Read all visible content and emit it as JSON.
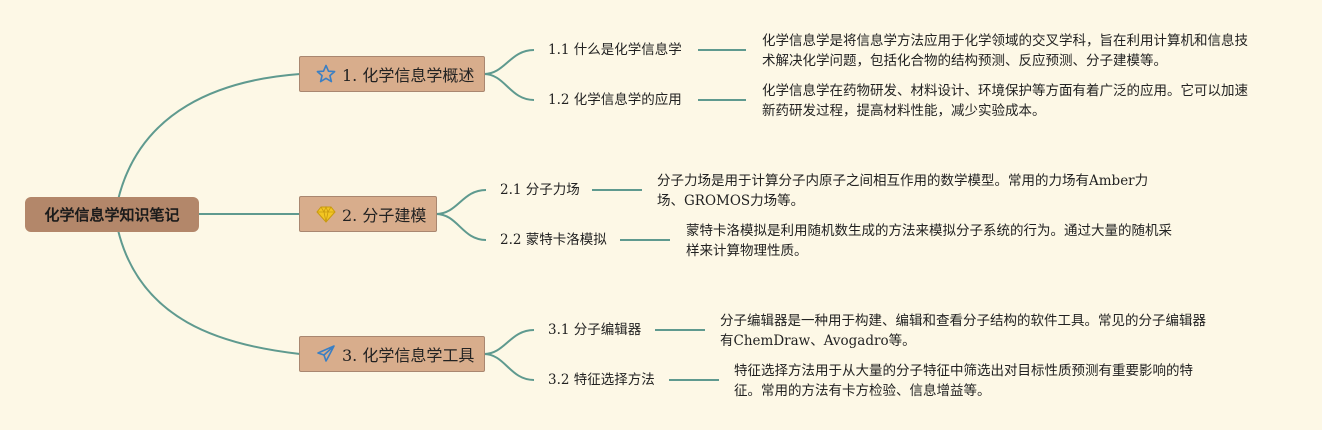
{
  "root": {
    "label": "化学信息学知识笔记"
  },
  "topics": [
    {
      "label": "1. 化学信息学概述",
      "icon": "star-icon",
      "subs": [
        {
          "label": "1.1 什么是化学信息学",
          "desc": "化学信息学是将信息学方法应用于化学领域的交叉学科，旨在利用计算机和信息技术解决化学问题，包括化合物的结构预测、反应预测、分子建模等。"
        },
        {
          "label": "1.2 化学信息学的应用",
          "desc": "化学信息学在药物研发、材料设计、环境保护等方面有着广泛的应用。它可以加速新药研发过程，提高材料性能，减少实验成本。"
        }
      ]
    },
    {
      "label": "2. 分子建模",
      "icon": "gem-icon",
      "subs": [
        {
          "label": "2.1 分子力场",
          "desc": "分子力场是用于计算分子内原子之间相互作用的数学模型。常用的力场有Amber力场、GROMOS力场等。"
        },
        {
          "label": "2.2 蒙特卡洛模拟",
          "desc": "蒙特卡洛模拟是利用随机数生成的方法来模拟分子系统的行为。通过大量的随机采样来计算物理性质。"
        }
      ]
    },
    {
      "label": "3. 化学信息学工具",
      "icon": "paper-plane-icon",
      "subs": [
        {
          "label": "3.1 分子编辑器",
          "desc": "分子编辑器是一种用于构建、编辑和查看分子结构的软件工具。常见的分子编辑器有ChemDraw、Avogadro等。"
        },
        {
          "label": "3.2 特征选择方法",
          "desc": "特征选择方法用于从大量的分子特征中筛选出对目标性质预测有重要影响的特征。常用的方法有卡方检验、信息增益等。"
        }
      ]
    }
  ],
  "colors": {
    "link": "#5f9a8f",
    "root": "#b3876a",
    "topic": "#d8ad8c",
    "background": "#fdf8e6"
  }
}
